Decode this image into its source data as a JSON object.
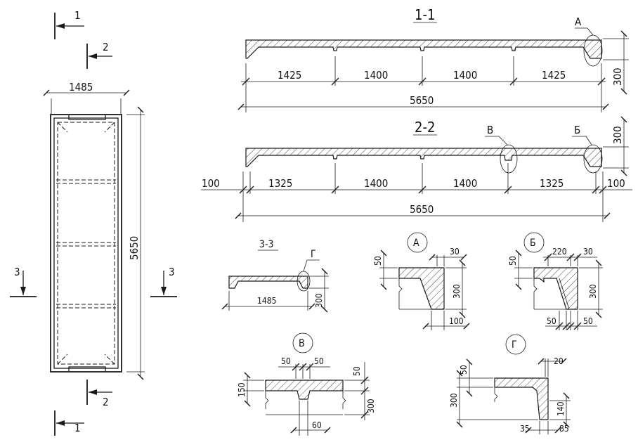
{
  "plan": {
    "width_dim": "1485",
    "length_dim": "5650",
    "section_marks": {
      "s1": "1",
      "s2": "2",
      "s3": "3"
    }
  },
  "section_1": {
    "title": "1-1",
    "callout_a": "А",
    "spans": [
      "1425",
      "1400",
      "1400",
      "1425"
    ],
    "total": "5650",
    "height": "300"
  },
  "section_2": {
    "title": "2-2",
    "callout_v": "В",
    "callout_b": "Б",
    "height": "300",
    "end_left": "100",
    "end_right": "100",
    "spans": [
      "1325",
      "1400",
      "1400",
      "1325"
    ],
    "total": "5650"
  },
  "section_3": {
    "title": "3-3",
    "callout_g": "Г",
    "width": "1485",
    "height": "300"
  },
  "detail_a": {
    "label": "А",
    "top": "50",
    "edge": "30",
    "height": "300",
    "base": "100"
  },
  "detail_b": {
    "label": "Б",
    "top": "50",
    "width": "220",
    "edge": "30",
    "height": "300",
    "base_left": "50",
    "base_right": "50"
  },
  "detail_v": {
    "label": "В",
    "left": "50",
    "right": "50",
    "side_top": "50",
    "height": "300",
    "slab": "150",
    "base": "60"
  },
  "detail_g": {
    "label": "Г",
    "top": "50",
    "edge": "20",
    "height": "300",
    "rib": "140",
    "base_left": "35",
    "base_right": "85"
  }
}
